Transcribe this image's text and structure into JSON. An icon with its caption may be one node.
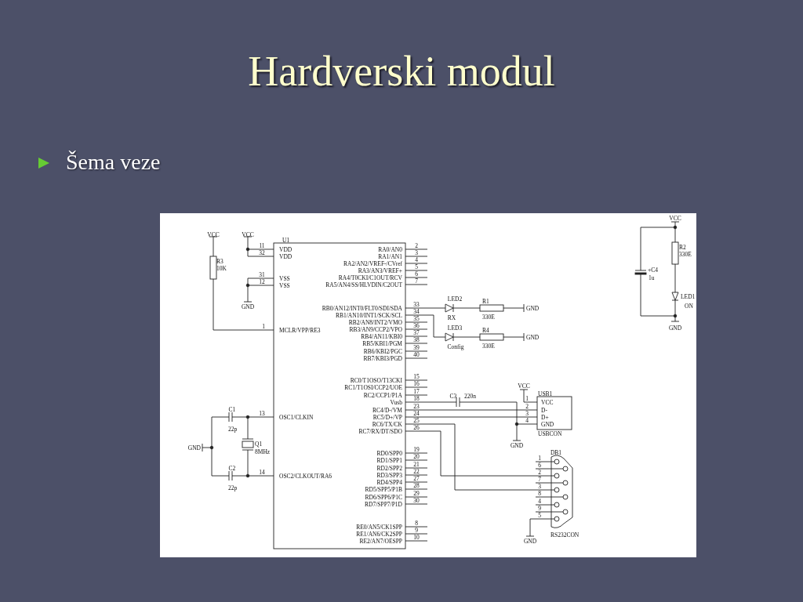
{
  "diagram": {
    "title": "Hardverski modul",
    "labels": [
      "Šema veze",
      "VCC",
      "VCC",
      "U1",
      "R3",
      "10K",
      "11",
      "VDD",
      "32",
      "VDD",
      "31",
      "VSS",
      "12",
      "VSS",
      "GND",
      "1",
      "MCLR/VPP/RE3",
      "RA0/AN0",
      "2",
      "RA1/AN1",
      "3",
      "RA2/AN2/VREF-/CVref",
      "4",
      "RA3/AN3/VREF+",
      "5",
      "RA4/T0CKI/C1OUT/RCV",
      "6",
      "RA5/AN4/SS/HLVDIN/C2OUT",
      "7",
      "VCC",
      "R2",
      "330E",
      "+C4",
      "1u",
      "LED1",
      "ON",
      "GND",
      "RB0/AN12/INT0/FLT0/SDI/SDA",
      "33",
      "RB1/AN10/INT1/SCK/SCL",
      "34",
      "RB2/AN8/INT2/VMO",
      "35",
      "RB3/AN9/CCP2/VPO",
      "36",
      "RB4/AN11/KBI0",
      "37",
      "RB5/KBI1/PGM",
      "38",
      "RB6/KBI2/PGC",
      "39",
      "RB7/KBI3/PGD",
      "40",
      "LED2",
      "RX",
      "R1",
      "330E",
      "GND",
      "LED3",
      "Config",
      "R4",
      "330E",
      "GND",
      "C1",
      "22p",
      "13",
      "OSC1/CLKIN",
      "Q1",
      "8MHz",
      "GND",
      "C2",
      "22p",
      "14",
      "OSC2/CLKOUT/RA6",
      "RC0/T1OSO/T13CKI",
      "15",
      "RC1/T1OSI/CCP2/UOE",
      "16",
      "RC2/CCP1/P1A",
      "17",
      "Vusb",
      "18",
      "RC4/D-/VM",
      "23",
      "RC5/D+/VP",
      "24",
      "RC6/TX/CK",
      "25",
      "RC7/RX/DT/SDO",
      "26",
      "C3",
      "220n",
      "VCC",
      "USB1",
      "1",
      "VCC",
      "2",
      "D-",
      "3",
      "D+",
      "4",
      "GND",
      "USBCON",
      "GND",
      "RD0/SPP0",
      "19",
      "RD1/SPP1",
      "20",
      "RD2/SPP2",
      "21",
      "RD3/SPP3",
      "22",
      "RD4/SPP4",
      "27",
      "RD5/SPP5/P1B",
      "28",
      "RD6/SPP6/P1C",
      "29",
      "RD7/SPP7/P1D",
      "30",
      "DB1",
      "1",
      "6",
      "2",
      "7",
      "3",
      "8",
      "4",
      "9",
      "5",
      "RS232CON",
      "GND",
      "RE0/AN5/CK1SPP",
      "8",
      "RE1/AN6/CK2SPP",
      "9",
      "RE2/AN7/OESPP",
      "10"
    ]
  }
}
